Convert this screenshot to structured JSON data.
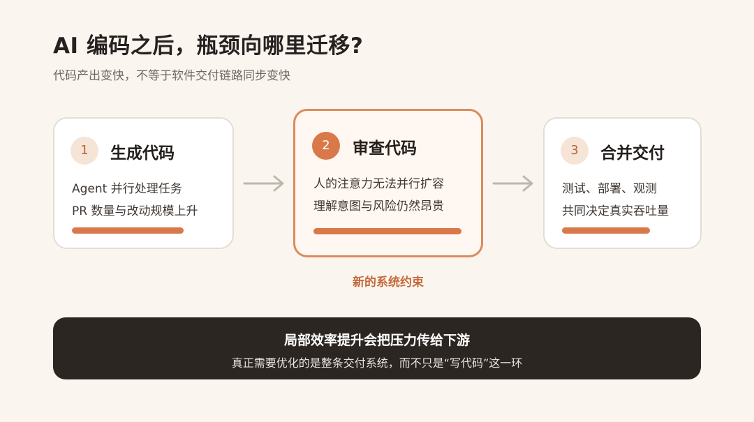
{
  "header": {
    "title": "AI 编码之后，瓶颈向哪里迁移?",
    "subtitle": "代码产出变快，不等于软件交付链路同步变快"
  },
  "steps": [
    {
      "number": "1",
      "title": "生成代码",
      "lines": [
        "Agent 并行处理任务",
        "PR 数量与改动规模上升"
      ]
    },
    {
      "number": "2",
      "title": "审查代码",
      "lines": [
        "人的注意力无法并行扩容",
        "理解意图与风险仍然昂贵"
      ]
    },
    {
      "number": "3",
      "title": "合并交付",
      "lines": [
        "测试、部署、观测",
        "共同决定真实吞吐量"
      ]
    }
  ],
  "constraint_label": "新的系统约束",
  "banner": {
    "title": "局部效率提升会把压力传给下游",
    "subtitle": "真正需要优化的是整条交付系统，而不只是“写代码”这一环"
  },
  "colors": {
    "accent": "#d9794a",
    "background": "#faf6ef",
    "banner": "#2c2622",
    "arrow": "#bfb6ad"
  }
}
